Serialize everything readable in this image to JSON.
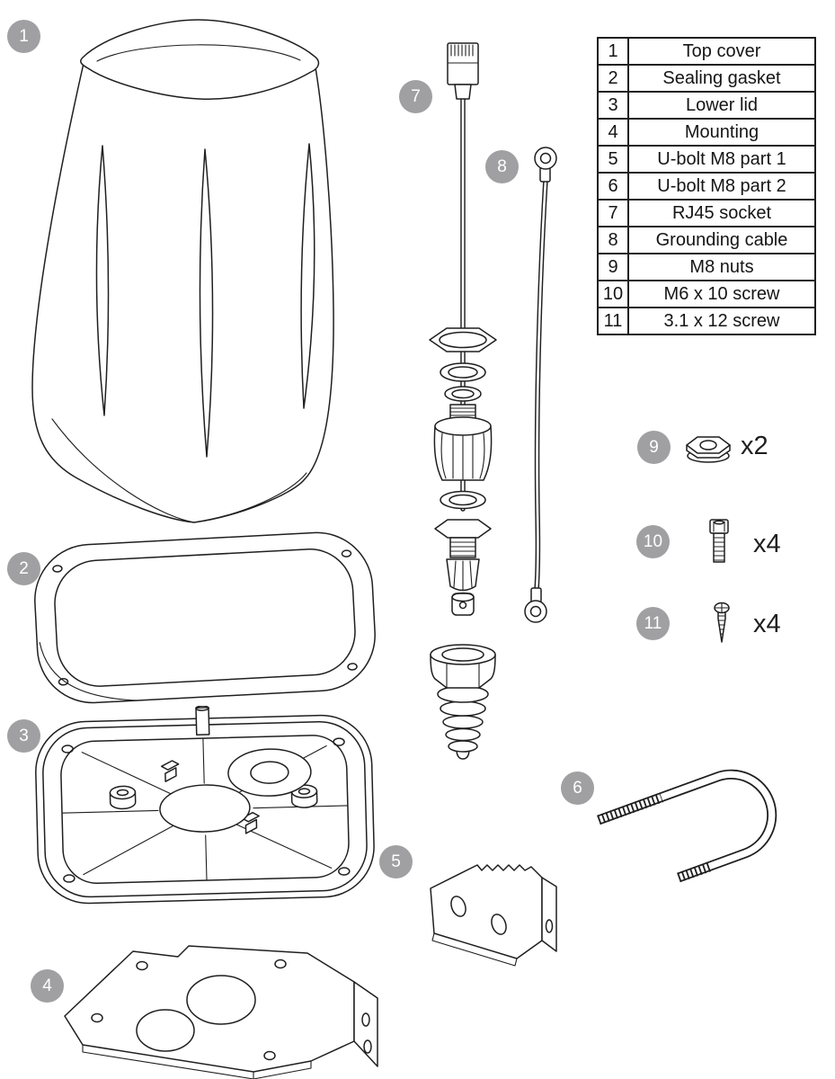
{
  "diagram": {
    "callouts": {
      "c1": "1",
      "c2": "2",
      "c3": "3",
      "c4": "4",
      "c5": "5",
      "c6": "6",
      "c7": "7",
      "c8": "8",
      "c9": "9",
      "c10": "10",
      "c11": "11"
    },
    "parts_table": {
      "rows": [
        {
          "num": "1",
          "name": "Top cover"
        },
        {
          "num": "2",
          "name": "Sealing gasket"
        },
        {
          "num": "3",
          "name": "Lower lid"
        },
        {
          "num": "4",
          "name": "Mounting"
        },
        {
          "num": "5",
          "name": "U-bolt M8 part 1"
        },
        {
          "num": "6",
          "name": "U-bolt M8 part 2"
        },
        {
          "num": "7",
          "name": "RJ45 socket"
        },
        {
          "num": "8",
          "name": "Grounding cable"
        },
        {
          "num": "9",
          "name": "M8 nuts"
        },
        {
          "num": "10",
          "name": "M6 x 10 screw"
        },
        {
          "num": "11",
          "name": "3.1 x 12 screw"
        }
      ]
    },
    "quantities": {
      "m8_nuts": "x2",
      "m6_screws": "x4",
      "tapping_screws": "x4"
    },
    "colors": {
      "badge_background": "#a0a0a3",
      "badge_text": "#ffffff",
      "line_art": "#1f1f1f",
      "table_border": "#1f1f1f"
    }
  }
}
